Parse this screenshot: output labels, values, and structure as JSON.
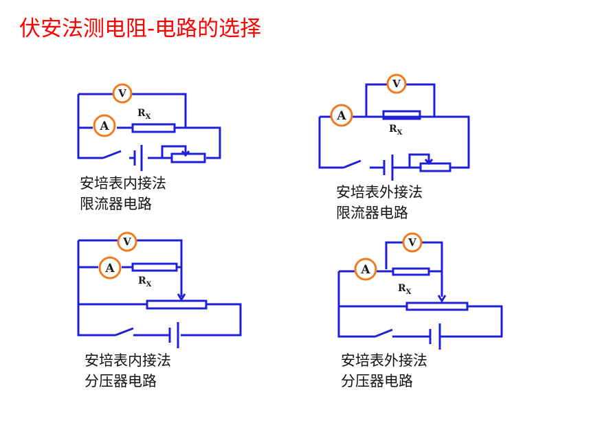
{
  "title": "伏安法测电阻-电路的选择",
  "labels": {
    "ammeter": "A",
    "voltmeter": "V",
    "resistor": "R",
    "resistor_sub": "X"
  },
  "circuits": [
    {
      "line1": "安培表内接法",
      "line2": "限流器电路"
    },
    {
      "line1": "安培表外接法",
      "line2": "限流器电路"
    },
    {
      "line1": "安培表内接法",
      "line2": "分压器电路"
    },
    {
      "line1": "安培表外接法",
      "line2": "分压器电路"
    }
  ],
  "colors": {
    "title": "#ff0000",
    "wire": "#1f1fd8",
    "meter_ring": "#f07a1d"
  }
}
